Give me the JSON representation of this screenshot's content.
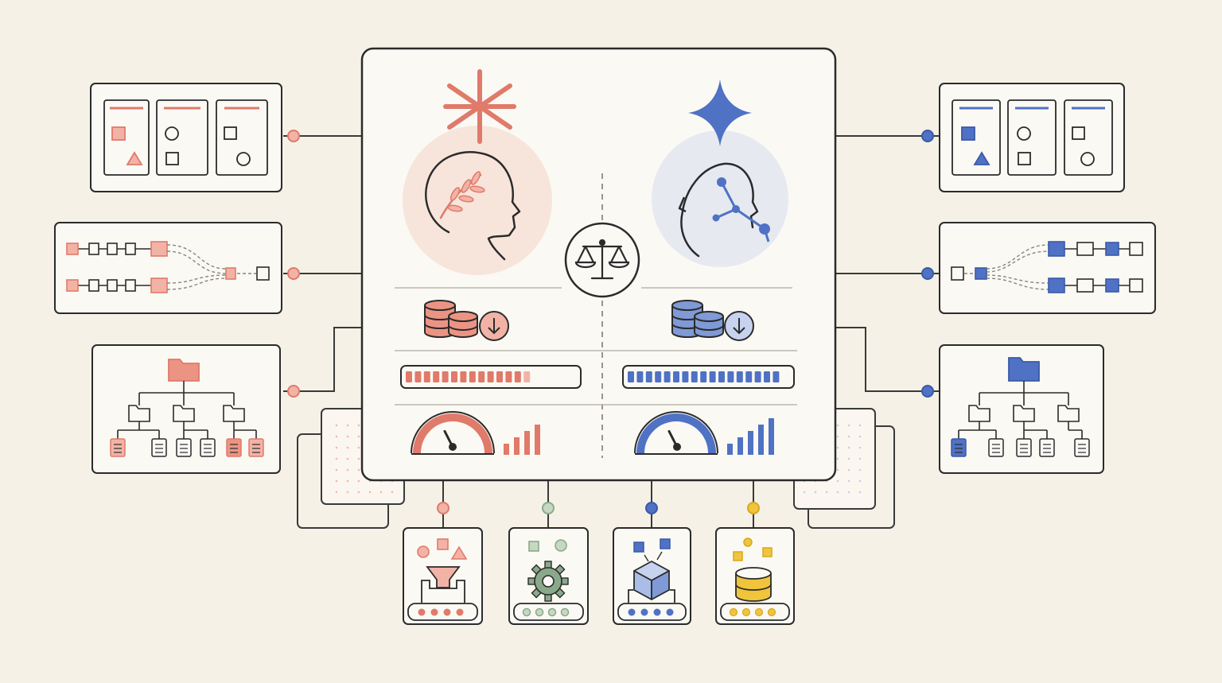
{
  "palette": {
    "background": "#f6f1e6",
    "panel": "#fbf9f4",
    "ink": "#2b2b2b",
    "line": "#3a3a3a",
    "coral": "#e07a6a",
    "coral_fill": "#f2b3a6",
    "coral_glow": "#f6ddd4",
    "blue": "#4f72c4",
    "blue_fill": "#a9bde6",
    "blue_glow": "#e2e6ef",
    "green": "#8aa98a",
    "yellow": "#f0c53c",
    "grey_rule": "#bdb8ad"
  },
  "left_model": {
    "emblem": "asterisk-icon",
    "head": "head-with-laurel-icon",
    "storage": "database-download-icon",
    "progress": 0.79,
    "gauge": 0.35,
    "signal_bars": 4
  },
  "right_model": {
    "emblem": "four-point-star-icon",
    "head": "head-with-network-icon",
    "storage": "database-download-icon",
    "progress": 1.0,
    "gauge": 0.35,
    "signal_bars": 5
  },
  "center": {
    "icon": "balance-scale-icon"
  },
  "side_modules": [
    {
      "side": "left",
      "kind": "kanban-board-icon"
    },
    {
      "side": "left",
      "kind": "pipeline-flow-icon"
    },
    {
      "side": "left",
      "kind": "file-tree-icon"
    },
    {
      "side": "right",
      "kind": "kanban-board-icon"
    },
    {
      "side": "right",
      "kind": "pipeline-flow-icon"
    },
    {
      "side": "right",
      "kind": "file-tree-icon"
    }
  ],
  "bottom_modules": [
    {
      "kind": "sorting-funnel-icon",
      "color": "#e07a6a"
    },
    {
      "kind": "gear-processing-icon",
      "color": "#8aa98a"
    },
    {
      "kind": "cube-builder-icon",
      "color": "#4f72c4"
    },
    {
      "kind": "database-stack-icon",
      "color": "#f0c53c"
    }
  ]
}
